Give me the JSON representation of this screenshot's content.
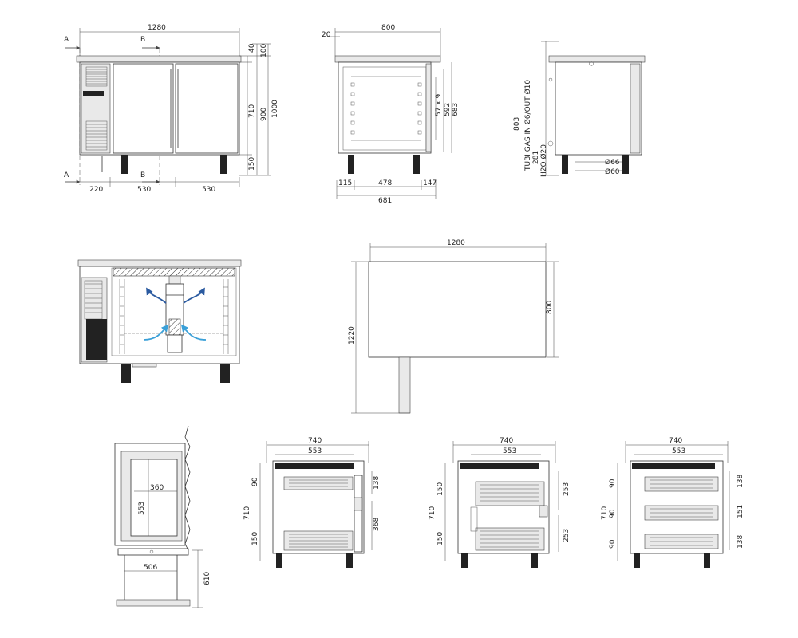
{
  "front_view": {
    "section_a": "A",
    "section_b": "B",
    "width_overall": "1280",
    "width_left": "220",
    "width_mid": "530",
    "width_right": "530",
    "height_top": "40",
    "height_top2": "100",
    "height_body": "710",
    "height_mid": "900",
    "height_total": "1000",
    "height_feet": "150"
  },
  "side_view": {
    "depth_overall": "800",
    "lip": "20",
    "grid_spacing": "57 x 9",
    "height_inner": "592",
    "height_outer": "683",
    "base_left": "115",
    "base_mid": "478",
    "base_right": "147",
    "base_total": "681"
  },
  "right_view": {
    "height": "803",
    "gas_label": "TUBI GAS IN Ø6/OUT Ø10",
    "gas_height": "281",
    "water_label": "H2O Ø20",
    "dia_1": "Ø66",
    "dia_2": "Ø60"
  },
  "top_view": {
    "width": "1280",
    "depth": "800",
    "clearance": "1220"
  },
  "detail_section": {
    "inner_height": "553",
    "inner_width": "360",
    "base_width": "506",
    "base_height": "610"
  },
  "drawer_section_1": {
    "width_overall": "740",
    "width_inner": "553",
    "height_total": "710",
    "drawer_top": "90",
    "drawer_bottom": "150",
    "right_top": "138",
    "right_bottom": "368"
  },
  "drawer_section_2": {
    "width_overall": "740",
    "width_inner": "553",
    "height_total": "710",
    "left_top": "150",
    "left_bottom": "150",
    "right_top": "253",
    "right_bottom": "253"
  },
  "drawer_section_3": {
    "width_overall": "740",
    "width_inner": "553",
    "height_total": "710",
    "left_1": "90",
    "left_2": "90",
    "left_3": "90",
    "right_1": "138",
    "right_2": "151",
    "right_3": "138"
  }
}
